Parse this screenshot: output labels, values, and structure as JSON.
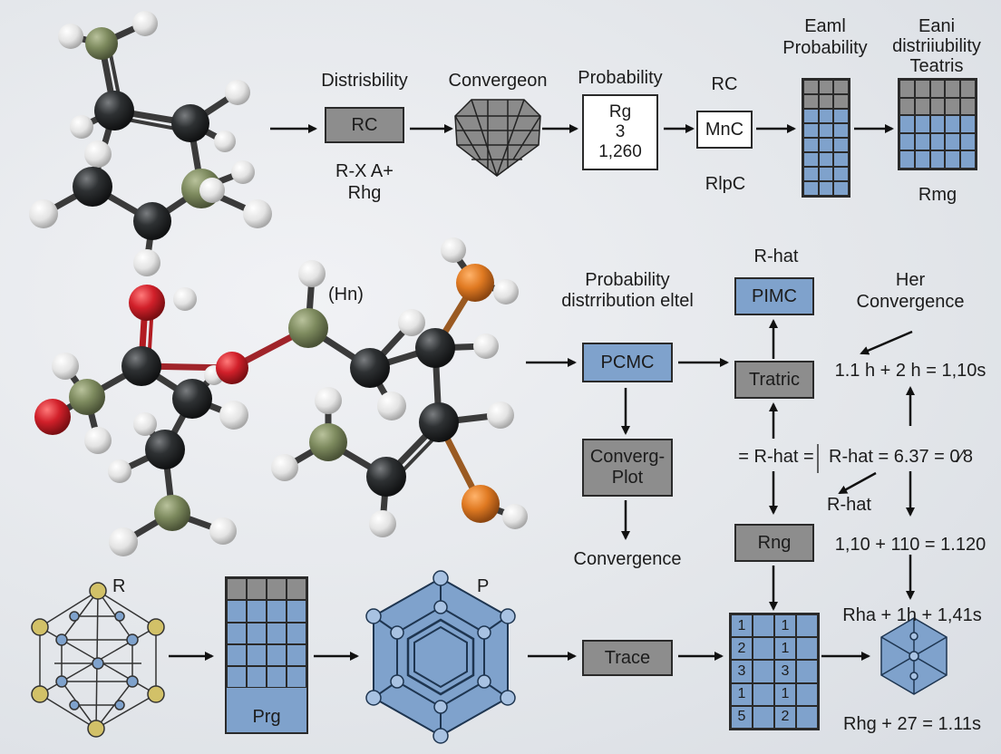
{
  "top_row": {
    "distribability_label": "Distrisbility",
    "rc_box": "RC",
    "rc_sub_line1": "R-X A+",
    "rc_sub_line2": "Rhg",
    "convergeon_label": "Convergeon",
    "probability_label": "Probability",
    "prob_box_line1": "Rg",
    "prob_box_line2": "3",
    "prob_box_line3": "1,260",
    "rc2_label": "RC",
    "mnc_box": "MnC",
    "ripc_label": "RlpC",
    "eaml_line1": "Eaml",
    "eaml_line2": "Probability",
    "eani_line1": "Eani",
    "eani_line2": "distriiubility",
    "eani_line3": "Teatris",
    "rmg_label": "Rmg"
  },
  "middle": {
    "hn_label": "(Hn)",
    "prob_dist_line1": "Probability",
    "prob_dist_line2": "distrribution eltel",
    "pcmc_box": "PCMC",
    "converg_plot_line1": "Converg-",
    "converg_plot_line2": "Plot",
    "convergence_label": "Convergence",
    "rhat_top_label": "R-hat",
    "pimc_box": "PIMC",
    "tratric_box": "Tratric",
    "rhat_eq_left": "= R-hat =",
    "rng_box": "Rng",
    "her_line1": "Her",
    "her_line2": "Convergence",
    "eq1": "1.1 h + 2 h = 1,10s",
    "rhat_eq_right": "R-hat = 6.37 = 0⁄8",
    "rhat_small": "R-hat",
    "eq2": "1,10 + 110 = 1.120"
  },
  "bottom": {
    "r_label": "R",
    "prg_label": "Prg",
    "p_label": "P",
    "trace_box": "Trace",
    "table_rows": [
      [
        "1",
        "1"
      ],
      [
        "2",
        "1"
      ],
      [
        "3",
        "3"
      ],
      [
        "1",
        "1"
      ],
      [
        "5",
        "2"
      ]
    ],
    "eq3": "Rha + 1h + 1,41s",
    "eq4": "Rhg + 27 = 1.11s"
  },
  "colors": {
    "gray_box": "#8d8d8d",
    "blue_box": "#7fa2cc",
    "carbon": "#2b2d2e",
    "hydrogen": "#f2f2f2",
    "oxygen": "#d1202a",
    "sulfur_green": "#7d8a5e",
    "orange": "#e07a22",
    "gold_node": "#d2c168"
  }
}
